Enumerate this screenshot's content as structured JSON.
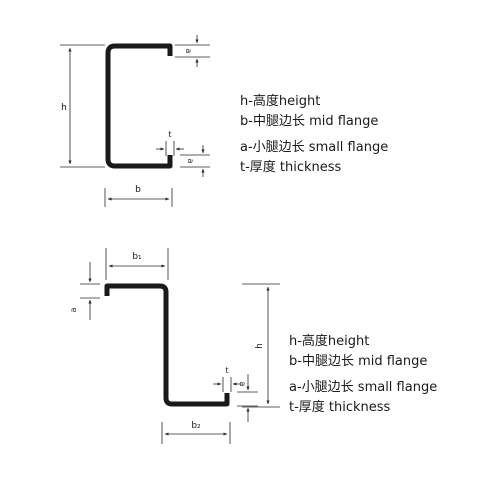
{
  "c_section": {
    "labels": {
      "h": "h",
      "b": "b",
      "a_top": "a",
      "a_bottom": "a",
      "t": "t"
    },
    "legend": [
      "h-高度height",
      "b-中腿边长 mid flange",
      "a-小腿边长 small flange",
      "t-厚度 thickness"
    ]
  },
  "z_section": {
    "labels": {
      "h": "h",
      "b1": "b₁",
      "b2": "b₂",
      "a_left": "a",
      "a_right": "a",
      "t": "t"
    },
    "legend": [
      "h-高度height",
      "b-中腿边长 mid flange",
      "a-小腿边长 small flange",
      "t-厚度 thickness"
    ]
  },
  "colors": {
    "profile": "#1a1a1a",
    "dimension": "#2a2a2a",
    "background": "#ffffff"
  }
}
